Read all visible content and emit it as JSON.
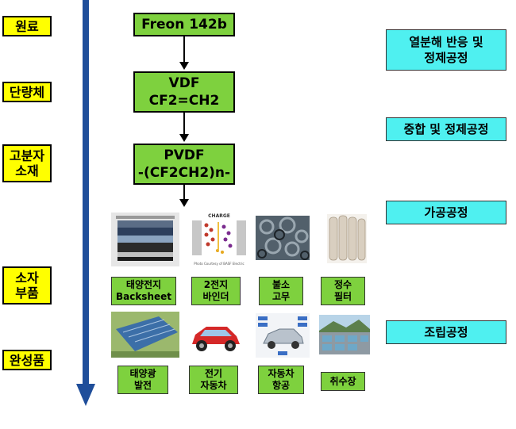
{
  "stages": [
    "원료",
    "단량체",
    "고분자\n소재",
    "소자\n부품",
    "완성품"
  ],
  "flow": [
    "Freon 142b",
    "VDF\nCF2=CH2",
    "PVDF\n-(CF2CH2)n-"
  ],
  "processes": [
    "열분해 반응 및\n정제공정",
    "중합 및 정제공정",
    "가공공정",
    "조립공정"
  ],
  "components": [
    "태양전지\nBacksheet",
    "2전지\n바인더",
    "불소\n고무",
    "정수\n필터"
  ],
  "products": [
    "태양광\n발전",
    "전기\n자동차",
    "자동차\n항공",
    "취수장"
  ],
  "image_text": {
    "battery_title": "CHARGE",
    "battery_caption": "Photo Courtesy of BASF Electric"
  },
  "colors": {
    "stage_fill": "#ffff00",
    "flow_fill": "#7ed13e",
    "process_fill": "#4ff0f0",
    "axis_arrow": "#1f4e9a"
  }
}
